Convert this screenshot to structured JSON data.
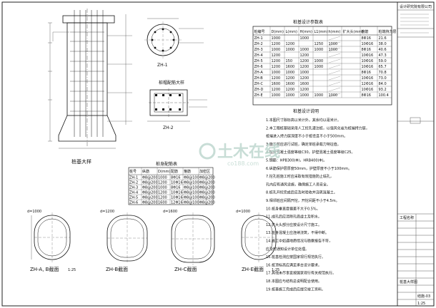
{
  "details": {
    "pile_elevation_label": "桩基大样",
    "section_label": "ZH-1",
    "cap_detail_label": "桩帽配筋大样",
    "zh2_label": "ZH-2",
    "section_a_label": "ZH-A, B截面",
    "section_a_scale": "1:25",
    "section_b_label": "ZH-B截面",
    "section_c_label": "ZH-C截面",
    "section_e_label": "ZH-E截面",
    "section_scale": "1:25",
    "dim_d1": "d=1000",
    "dim_d2": "d=1200",
    "dim_d3": "d=1600",
    "dim_d4": "d=1000"
  },
  "schedule": {
    "title": "桩基设计参数表",
    "headers": [
      "桩编号",
      "D(mm)",
      "L(mm)",
      "H(mm)",
      "L1(mm)",
      "h(mm)",
      "扩大头(mm)",
      "箍筋",
      "桩端持力层"
    ],
    "rows": [
      [
        "ZH-1",
        "1000",
        "",
        "1000",
        "",
        "",
        "",
        "8Φ16",
        "21.6"
      ],
      [
        "ZH-2",
        "1200",
        "1200",
        "",
        "1250",
        "1000",
        "",
        "10Φ16",
        "38.0"
      ],
      [
        "ZH-3",
        "1000",
        "1000",
        "1000",
        "1000",
        "1000",
        "",
        "8Φ16",
        "40.6"
      ],
      [
        "ZH-4",
        "1200",
        "",
        "1200",
        "",
        "",
        "",
        "10Φ16",
        "47.3"
      ],
      [
        "ZH-5",
        "1200",
        "150",
        "1200",
        "1000",
        "",
        "",
        "10Φ16",
        "59.0"
      ],
      [
        "ZH-6",
        "1200",
        "1600",
        "1200",
        "1000",
        "",
        "",
        "10Φ16",
        "65.7"
      ],
      [
        "ZH-A",
        "1000",
        "1000",
        "1000",
        "",
        "",
        "",
        "8Φ16",
        "70.8"
      ],
      [
        "ZH-B",
        "1200",
        "1200",
        "1200",
        "",
        "",
        "",
        "10Φ16",
        "73.0"
      ],
      [
        "ZH-C",
        "1600",
        "1600",
        "1600",
        "",
        "",
        "",
        "12Φ16",
        "84.0"
      ],
      [
        "ZH-D",
        "1200",
        "1200",
        "1200",
        "",
        "",
        "",
        "10Φ16",
        "93.2"
      ],
      [
        "ZH-E",
        "1000",
        "1000",
        "1000",
        "1000",
        "1000",
        "",
        "8Φ16",
        "100.4"
      ]
    ]
  },
  "rebar_table": {
    "title": "桩身配筋表",
    "headers": [
      "桩号",
      "纵筋",
      "D(mm)",
      "配筋",
      "箍筋",
      "加密区"
    ],
    "rows": [
      [
        "ZH-1",
        "Φ8@200",
        "1000",
        "8Φ16",
        "Φ8@100",
        "Φ8@200"
      ],
      [
        "ZH-2",
        "Φ8@200",
        "1200",
        "10Φ16",
        "Φ8@100",
        "Φ8@200"
      ],
      [
        "ZH-3",
        "Φ8@200",
        "1000",
        "8Φ16",
        "Φ8@100",
        "Φ8@200"
      ],
      [
        "ZH-4",
        "Φ8@200",
        "1200",
        "10Φ16",
        "Φ8@100",
        "Φ8@200"
      ],
      [
        "ZH-5",
        "Φ8@200",
        "1200",
        "10Φ16",
        "Φ8@100",
        "Φ8@200"
      ],
      [
        "ZH-6",
        "Φ8@200",
        "1600",
        "12Φ16",
        "Φ8@100",
        "Φ8@200"
      ]
    ]
  },
  "notes": {
    "title": "桩基设计说明",
    "lines": [
      "1.本图尺寸除标高以米计外，其余均以毫米计。",
      "2.本工程桩基础采用人工挖孔灌注桩，以强风化岩为桩端持力层，",
      "  桩端进入持力层深度不小于桩径且不小于500mm。",
      "3.施工前应进行试桩，确定单桩承载力特征值。",
      "4.桩身混凝土强度等级C30，护壁混凝土强度等级C25。",
      "5.钢筋：HPB300(Φ)，HRB400(Φ)。",
      "6.纵筋保护层厚度50mm，护壁厚度不小于100mm。",
      "7.挖孔桩施工时应采取有效措施防止塌孔，",
      "  孔内应有通风设施，确保施工人员安全。",
      "8.桩孔开挖完成后应及时验收并浇筑混凝土。",
      "9.相邻桩应间隔开挖，开挖间距不小于4.5m。",
      "10.桩身垂直度偏差不大于0.5%。",
      "11.成孔后应清除孔底虚土及积水。",
      "12.扩大头部分应按设计尺寸施工。",
      "13.桩身混凝土应连续浇筑，不得中断。",
      "14.施工中如遇地质情况与勘察报告不符，",
      "   应及时通知设计单位处理。",
      "15.桩基检测应按国家现行规范执行。",
      "16.桩顶标高应满足承台设计要求。",
      "17.其他未尽事宜按国家现行有关规范执行。",
      "18.本图应与结构总说明配合使用。",
      "19.桩基施工完成后应提交竣工资料。"
    ]
  },
  "title_block": {
    "company": "设计研究院有限公司",
    "project": "工程名称",
    "drawing_title": "桩基大样图",
    "drawing_no": "结施-03",
    "scale": "1:25"
  },
  "watermark": {
    "main": "土木在线",
    "sub": "co188.com"
  }
}
